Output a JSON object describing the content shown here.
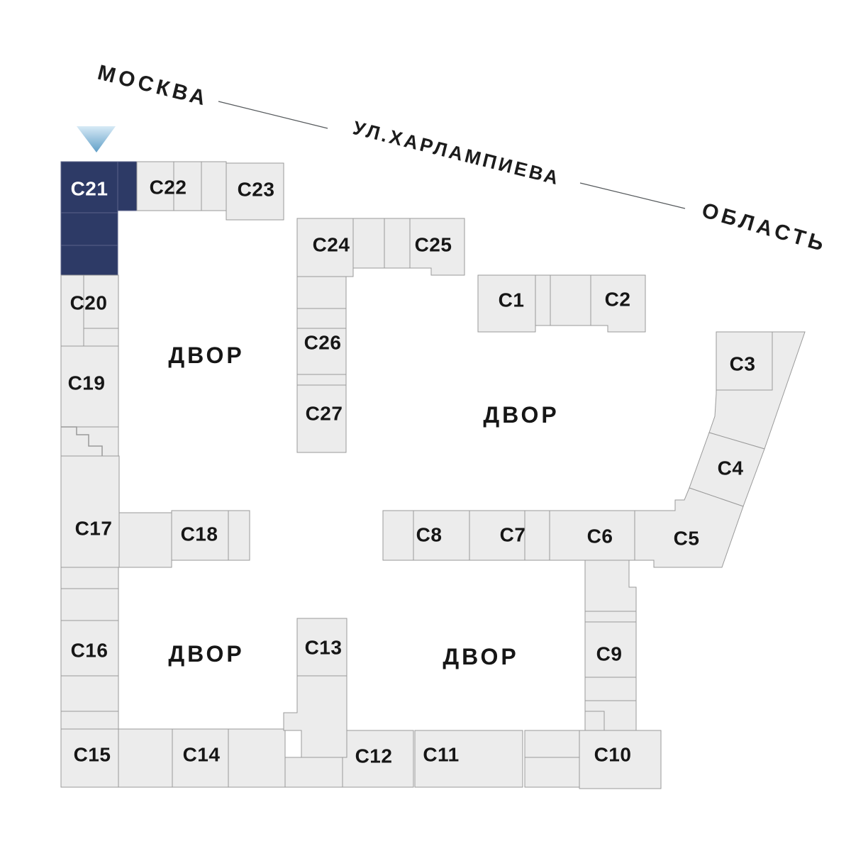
{
  "street": {
    "city_label": "МОСКВА",
    "street_label": "УЛ.ХАРЛАМПИЕВА",
    "region_label": "ОБЛАСТЬ"
  },
  "courtyards": [
    "ДВОР",
    "ДВОР",
    "ДВОР",
    "ДВОР"
  ],
  "buildings": {
    "c1": "С1",
    "c2": "С2",
    "c3": "С3",
    "c4": "С4",
    "c5": "С5",
    "c6": "С6",
    "c7": "С7",
    "c8": "С8",
    "c9": "С9",
    "c10": "С10",
    "c11": "С11",
    "c12": "С12",
    "c13": "С13",
    "c14": "С14",
    "c15": "С15",
    "c16": "С16",
    "c17": "С17",
    "c18": "С18",
    "c19": "С19",
    "c20": "С20",
    "c21": "С21",
    "c22": "С22",
    "c23": "С23",
    "c24": "С24",
    "c25": "С25",
    "c26": "С26",
    "c27": "С27"
  },
  "highlighted_building": "С21",
  "colors": {
    "highlight": "#2d3a66",
    "building_fill": "#ececec",
    "building_stroke": "#9a9a9a",
    "label_color": "#161616",
    "street_color": "#1c1c1c",
    "line_color": "#55595c",
    "marker_top": "#d7eaf6",
    "marker_bottom": "#5f9ec7"
  }
}
